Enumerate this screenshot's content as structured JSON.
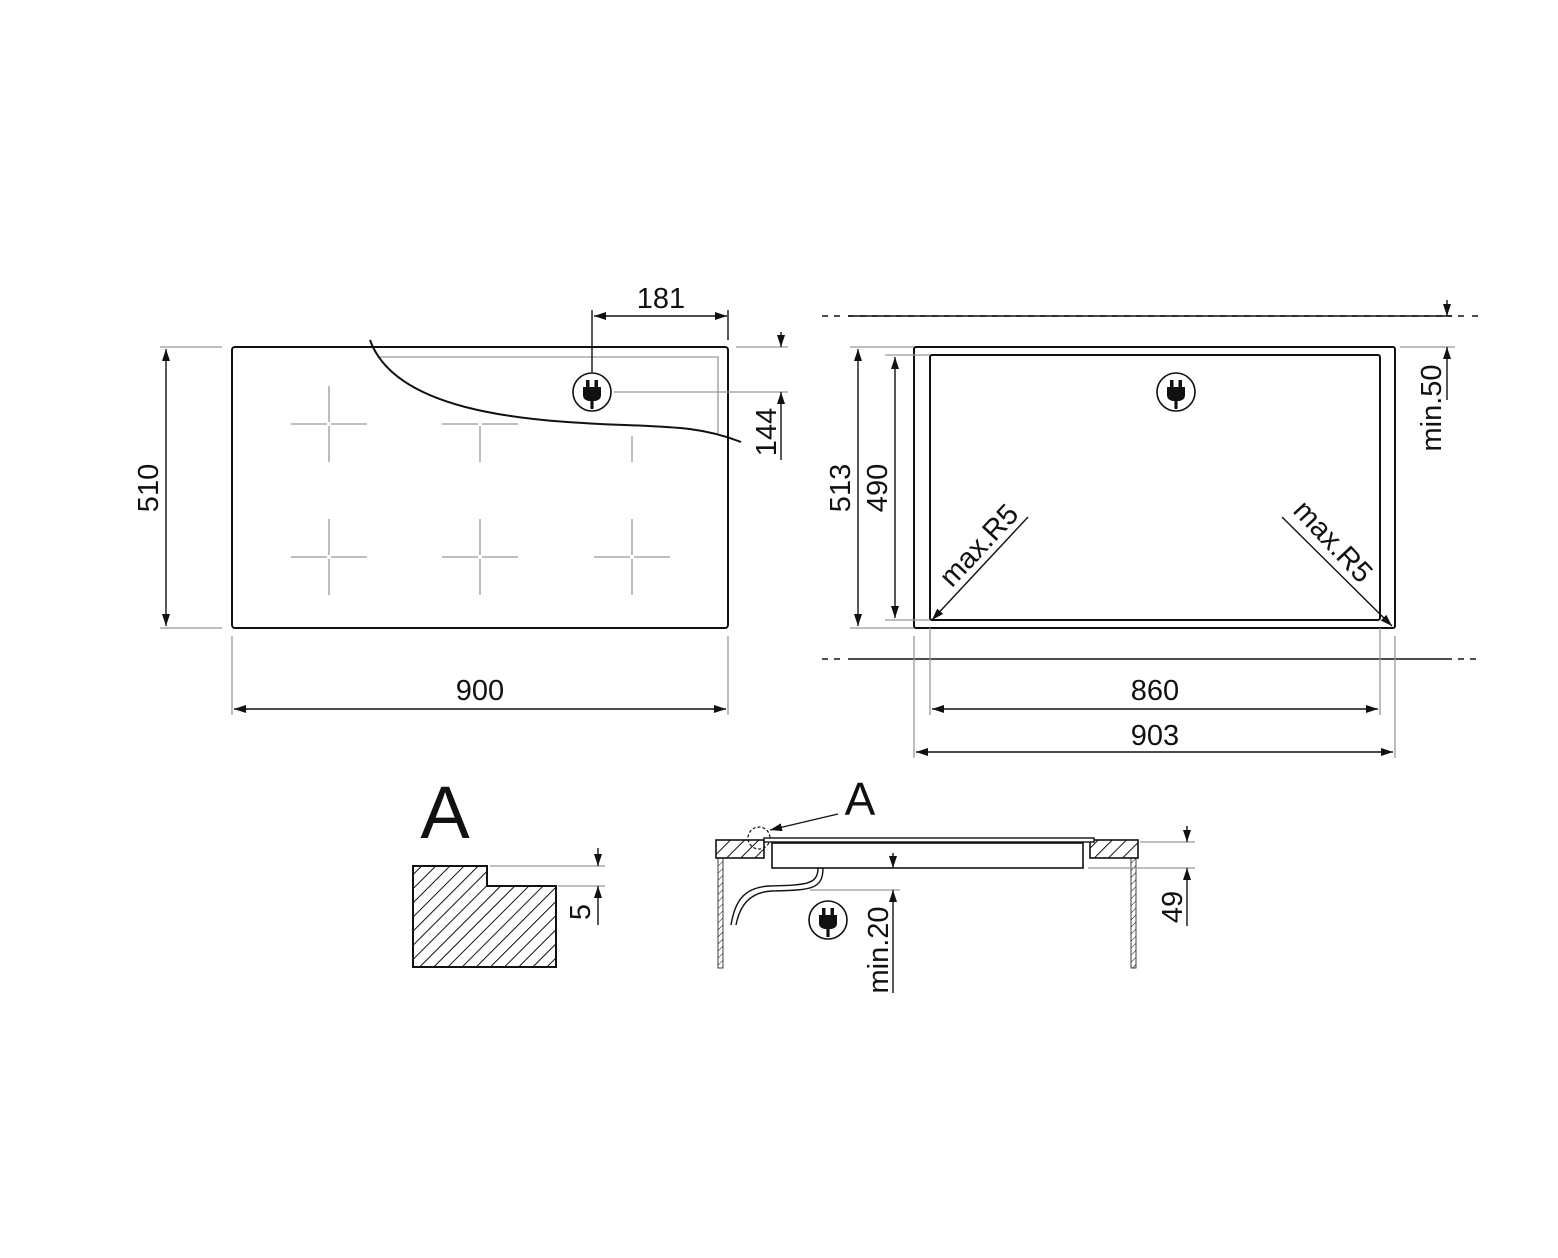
{
  "title": "Built-in hob installation dimensions (mm)",
  "top_view": {
    "width": "900",
    "depth": "510",
    "plug_offset_x": "181",
    "plug_offset_y": "144",
    "plug_icon": "power-plug-icon"
  },
  "cutout_view": {
    "outer_width": "903",
    "inner_width": "860",
    "outer_depth": "513",
    "inner_depth": "490",
    "radius_left": "max.R5",
    "radius_right": "max.R5",
    "clearance_back": "min.50"
  },
  "detail": {
    "label": "A",
    "rebate_depth": "5"
  },
  "section_view": {
    "detail_ref": "A",
    "clearance_below": "min.20",
    "height": "49"
  },
  "colors": {
    "line": "#111111",
    "construction": "#999999"
  }
}
